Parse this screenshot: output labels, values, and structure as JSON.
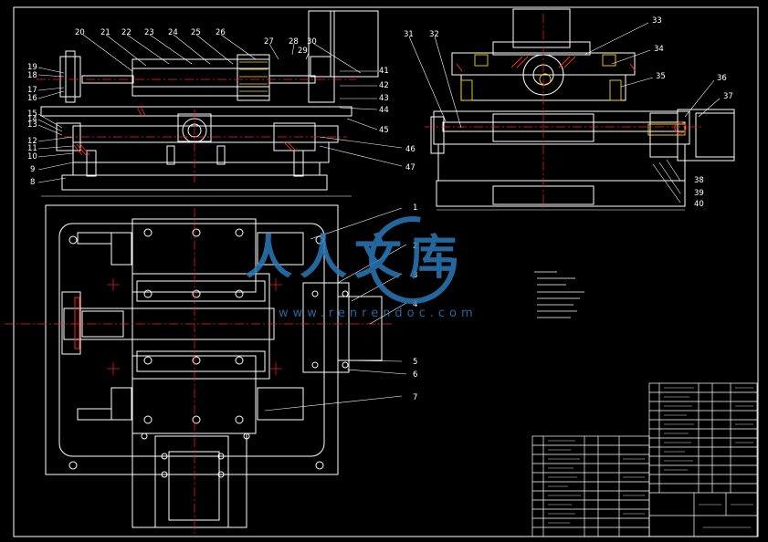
{
  "callouts_left": [
    "19",
    "18",
    "17",
    "16",
    "15",
    "14",
    "13",
    "12",
    "11",
    "10",
    "9",
    "8"
  ],
  "callouts_top": [
    "20",
    "21",
    "22",
    "23",
    "24",
    "25",
    "26",
    "27",
    "28",
    "29",
    "30"
  ],
  "callouts_mid_right": [
    "41",
    "42",
    "43",
    "44",
    "45",
    "46",
    "47"
  ],
  "callouts_right_view": [
    "31",
    "32",
    "33",
    "34",
    "35",
    "36",
    "37",
    "38",
    "39",
    "40"
  ],
  "callouts_plan": [
    "1",
    "2",
    "3",
    "4",
    "5",
    "6",
    "7"
  ],
  "watermark": {
    "cn": "人人文库",
    "url": "www.renrendoc.com"
  },
  "colors": {
    "background": "#000000",
    "line": "#ffffff",
    "part": "#e0e0e0",
    "center": "#ff2020",
    "hatch": "#ff3030",
    "yellow": "#ffd800",
    "watermark": "#2a79b8"
  }
}
